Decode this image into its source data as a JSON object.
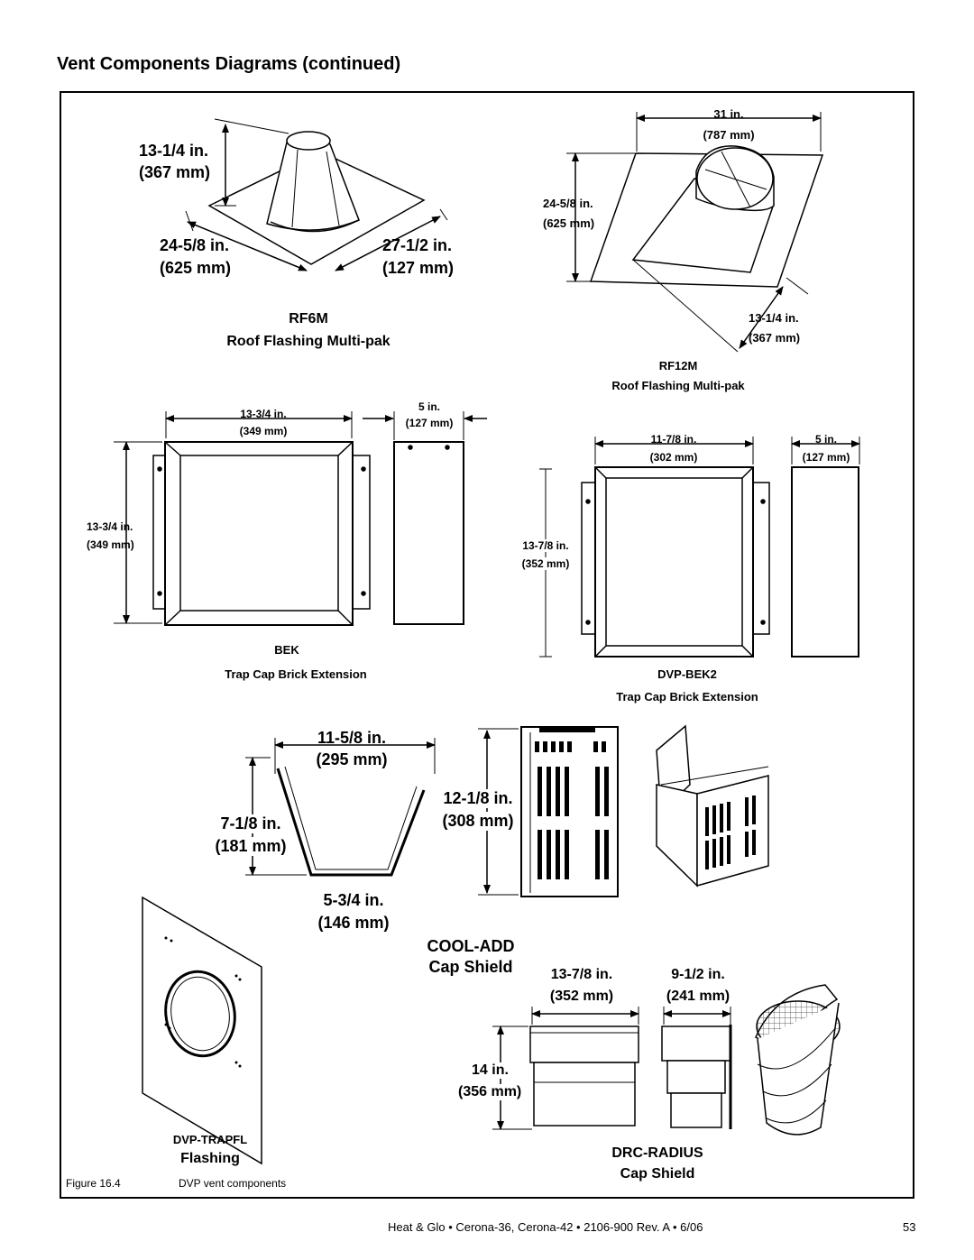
{
  "page": {
    "heading": "Vent Components Diagrams (continued)",
    "footer_text": "Heat & Glo • Cerona-36, Cerona-42 • 2106-900 Rev. A • 6/06",
    "page_number": "53"
  },
  "figure": {
    "number": "Figure 16.4",
    "caption": "DVP vent components"
  },
  "rf6m": {
    "height_in": "13-1/4 in.",
    "height_mm": "(367 mm)",
    "width_in": "24-5/8 in.",
    "width_mm": "(625 mm)",
    "depth_in": "27-1/2 in.",
    "depth_mm": "(127 mm)",
    "model": "RF6M",
    "name": "Roof Flashing Multi-pak"
  },
  "rf12m": {
    "width_in": "31 in.",
    "width_mm": "(787 mm)",
    "height_in": "24-5/8 in.",
    "height_mm": "(625 mm)",
    "diag_in": "13-1/4 in.",
    "diag_mm": "(367 mm)",
    "model": "RF12M",
    "name": "Roof Flashing Multi-pak"
  },
  "bek": {
    "width_in": "13-3/4 in.",
    "width_mm": "(349 mm)",
    "depth_in": "5 in.",
    "depth_mm": "(127 mm)",
    "height_in": "13-3/4 in.",
    "height_mm": "(349 mm)",
    "model": "BEK",
    "name": "Trap Cap Brick Extension"
  },
  "dvp_bek2": {
    "width_in": "11-7/8 in.",
    "width_mm": "(302 mm)",
    "depth_in": "5 in.",
    "depth_mm": "(127 mm)",
    "height_in": "13-7/8 in.",
    "height_mm": "(352 mm)",
    "model": "DVP-BEK2",
    "name": "Trap Cap Brick Extension"
  },
  "trapfl": {
    "top_in": "11-5/8 in.",
    "top_mm": "(295 mm)",
    "height_in": "7-1/8 in.",
    "height_mm": "(181 mm)",
    "bottom_in": "5-3/4 in.",
    "bottom_mm": "(146 mm)",
    "model": "DVP-TRAPFL",
    "name": "Flashing"
  },
  "cool_add": {
    "height_in": "12-1/8 in.",
    "height_mm": "(308 mm)",
    "model": "COOL-ADD",
    "name": "Cap Shield"
  },
  "drc_radius": {
    "width_in": "13-7/8 in.",
    "width_mm": "(352 mm)",
    "depth_in": "9-1/2 in.",
    "depth_mm": "(241 mm)",
    "height_in": "14 in.",
    "height_mm": "(356 mm)",
    "model": "DRC-RADIUS",
    "name": "Cap Shield"
  }
}
